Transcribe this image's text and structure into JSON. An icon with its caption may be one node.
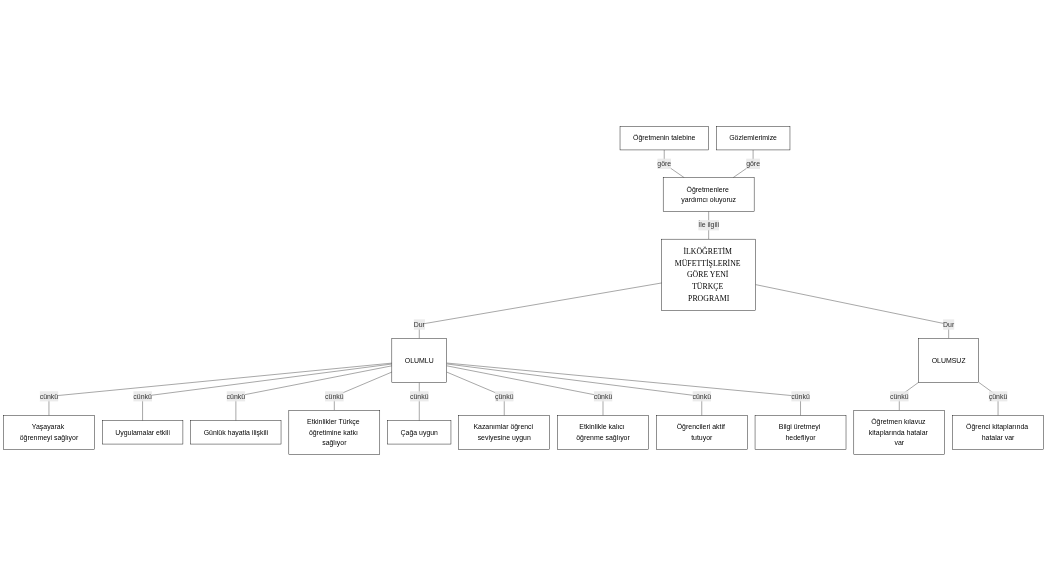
{
  "diagram": {
    "nodes": [
      {
        "text": [
          "Öğretmenin talebine"
        ]
      },
      {
        "text": [
          "Gözlemlerimize"
        ]
      },
      {
        "text": [
          "Öğretmenlere yardımcı oluyoruz"
        ]
      },
      {
        "text": [
          "İLKÖĞRETİM MÜFETTİŞLERİNE GÖRE YENİ TÜRKÇE PROGRAMI"
        ]
      },
      {
        "text": [
          "Yaşayarak öğrenmeyi sağlıyor"
        ]
      },
      {
        "text": [
          "Uygulamalar etkili"
        ]
      },
      {
        "text": [
          "Günlük hayatla ilişkili"
        ]
      },
      {
        "text": [
          "OLUMLU"
        ]
      },
      {
        "text": [
          "Etkinlikler Türkçe öğretimine katkı sağlıyor"
        ]
      },
      {
        "text": [
          "OLUMSUZ"
        ]
      },
      {
        "text": [
          "Çağa uygun"
        ]
      },
      {
        "text": [
          "Kazanımlar öğrenci seviyesine uygun"
        ]
      },
      {
        "text": [
          "Etkinlikle kalıcı öğrenme sağlıyor"
        ]
      },
      {
        "text": [
          "Öğrencileri aktif tutuyor"
        ]
      },
      {
        "text": [
          "Bilgi üretmeyi hedefliyor"
        ]
      },
      {
        "text": [
          "Öğretmen kılavuz kitaplarında hatalar var"
        ]
      },
      {
        "text": [
          "Öğrenci kitaplarında hatalar var"
        ]
      }
    ],
    "edges": [
      {
        "from": 0,
        "to": 2,
        "arrow": "none",
        "label": "göre"
      },
      {
        "from": 1,
        "to": 2,
        "arrow": "none",
        "label": "göre"
      },
      {
        "from": 2,
        "to": 3,
        "arrow": "none",
        "label": "İle ilgili"
      },
      {
        "from": 3,
        "to": 7,
        "arrow": "none",
        "label": "Dur"
      },
      {
        "from": 3,
        "to": 9,
        "arrow": "none",
        "label": "Dur"
      },
      {
        "from": 7,
        "to": 4,
        "arrow": "none",
        "label": "cünkü"
      },
      {
        "from": 7,
        "to": 5,
        "arrow": "none",
        "label": "cünkü"
      },
      {
        "from": 7,
        "to": 6,
        "arrow": "none",
        "label": "cünkü"
      },
      {
        "from": 7,
        "to": 8,
        "arrow": "none",
        "label": "cünkü"
      },
      {
        "from": 7,
        "to": 10,
        "arrow": "none",
        "label": "cünkü"
      },
      {
        "from": 7,
        "to": 11,
        "arrow": "none",
        "label": "çünkü"
      },
      {
        "from": 7,
        "to": 12,
        "arrow": "none",
        "label": "cünkü"
      },
      {
        "from": 7,
        "to": 13,
        "arrow": "none",
        "label": "cünkü"
      },
      {
        "from": 7,
        "to": 14,
        "arrow": "none",
        "label": "cünkü"
      },
      {
        "from": 9,
        "to": 15,
        "arrow": "none",
        "label": "cünkü"
      },
      {
        "from": 9,
        "to": 16,
        "arrow": "none",
        "label": "çünkü"
      }
    ]
  }
}
